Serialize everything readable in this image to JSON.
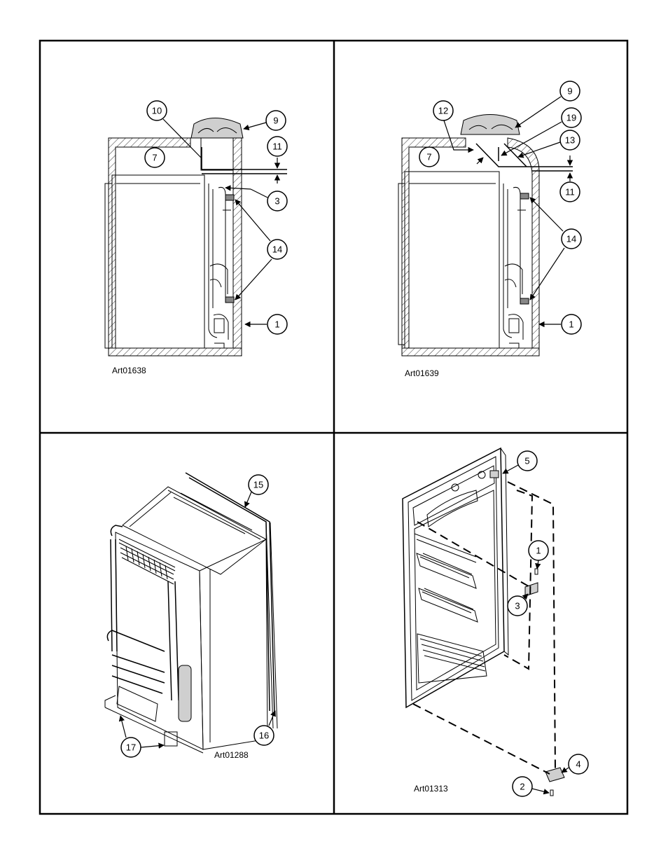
{
  "panels": [
    {
      "art_label": "Art01638",
      "callouts": [
        "10",
        "9",
        "7",
        "11",
        "3",
        "14",
        "1"
      ]
    },
    {
      "art_label": "Art01639",
      "callouts": [
        "9",
        "12",
        "19",
        "7",
        "13",
        "11",
        "14",
        "1"
      ]
    },
    {
      "art_label": "Art01288",
      "callouts": [
        "15",
        "16",
        "17"
      ]
    },
    {
      "art_label": "Art01313",
      "callouts": [
        "5",
        "1",
        "3",
        "4",
        "2"
      ]
    }
  ]
}
